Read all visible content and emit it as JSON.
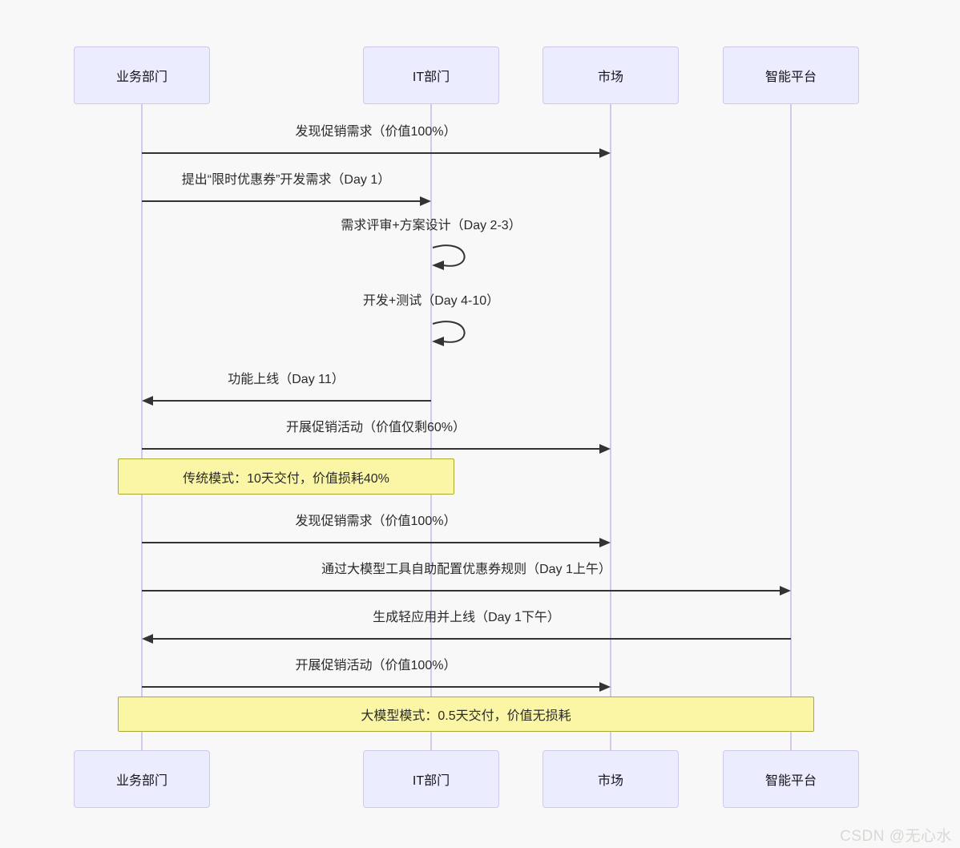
{
  "diagram": {
    "actors": [
      {
        "label": "业务部门"
      },
      {
        "label": "IT部门"
      },
      {
        "label": "市场"
      },
      {
        "label": "智能平台"
      }
    ],
    "messages": [
      {
        "label": "发现促销需求（价值100%）",
        "from": "业务部门",
        "to": "市场",
        "kind": "solid-arrow"
      },
      {
        "label": "提出“限时优惠券”开发需求（Day 1）",
        "from": "业务部门",
        "to": "IT部门",
        "kind": "solid-arrow"
      },
      {
        "label": "需求评审+方案设计（Day 2-3）",
        "from": "IT部门",
        "to": "IT部门",
        "kind": "self-loop"
      },
      {
        "label": "开发+测试（Day 4-10）",
        "from": "IT部门",
        "to": "IT部门",
        "kind": "self-loop"
      },
      {
        "label": "功能上线（Day 11）",
        "from": "IT部门",
        "to": "业务部门",
        "kind": "solid-arrow"
      },
      {
        "label": "开展促销活动（价值仅剩60%）",
        "from": "业务部门",
        "to": "市场",
        "kind": "solid-arrow"
      },
      {
        "label": "发现促销需求（价值100%）",
        "from": "业务部门",
        "to": "市场",
        "kind": "solid-arrow"
      },
      {
        "label": "通过大模型工具自助配置优惠券规则（Day 1上午）",
        "from": "业务部门",
        "to": "智能平台",
        "kind": "solid-arrow"
      },
      {
        "label": "生成轻应用并上线（Day 1下午）",
        "from": "智能平台",
        "to": "业务部门",
        "kind": "solid-arrow"
      },
      {
        "label": "开展促销活动（价值100%）",
        "from": "业务部门",
        "to": "市场",
        "kind": "solid-arrow"
      }
    ],
    "notes": [
      {
        "label": "传统模式：10天交付，价值损耗40%",
        "over": "业务部门, IT部门"
      },
      {
        "label": "大模型模式：0.5天交付，价值无损耗",
        "over": "业务部门, 智能平台"
      }
    ]
  },
  "watermark": {
    "text": "CSDN @无心水"
  },
  "colors": {
    "background": "#f8f8f8",
    "actor_fill": "#ececff",
    "actor_border": "#cfc7ec",
    "lifeline": "#d2c9ec",
    "arrow": "#333333",
    "note_fill": "#fbf6a6",
    "note_border": "#aaaa33",
    "watermark_text": "#d8d8d3"
  }
}
